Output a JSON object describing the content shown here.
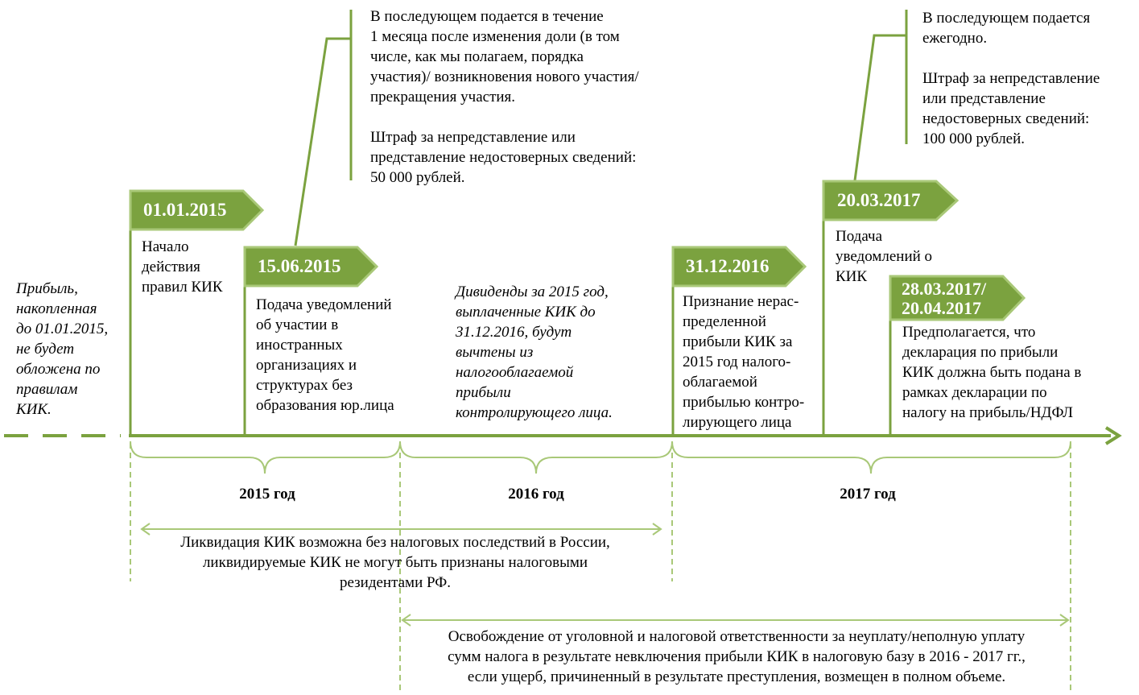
{
  "colors": {
    "accent": "#7ba23f",
    "accent_light": "#a9c878",
    "text": "#000000"
  },
  "pre_note": "Прибыль,\nнакопленная\nдо 01.01.2015,\nне будет\nобложена по\nправилам\nКИК.",
  "milestones": [
    {
      "date": "01.01.2015",
      "text": "Начало\nдействия\nправил КИК"
    },
    {
      "date": "15.06.2015",
      "text": "Подача уведомлений\nоб участии в\nиностранных\nорганизациях и\nструктурах без\nобразования юр.лица"
    },
    {
      "date": "31.12.2016",
      "text": "Признание нерас-\nпределенной\nприбыли КИК за\n2015 год налого-\nоблагаемой\nприбылью контро-\nлирующего лица"
    },
    {
      "date": "20.03.2017",
      "text": "Подача\nуведомлений о\nКИК"
    },
    {
      "date": "28.03.2017/\n20.04.2017",
      "text": "Предполагается, что\nдекларация по прибыли\nКИК должна быть подана в\nрамках декларации по\nналогу на прибыль/НДФЛ"
    }
  ],
  "dividends_note": "Дивиденды за 2015 год,\nвыплаченные КИК до\n31.12.2016, будут\nвычтены из\nналогооблагаемой\nприбыли\nконтролирующего лица.",
  "callouts": {
    "notification_2015": "В последующем подается в течение\n1 месяца после изменения доли (в том\nчисле, как мы полагаем, порядка\nучастия)/ возникновения нового участия/\nпрекращения участия.\n\nШтраф за непредставление или\nпредставление недостоверных сведений:\n50 000 рублей.",
    "notification_2017": "В последующем подается\nежегодно.\n\nШтраф за непредставление\nили представление\nнедостоверных сведений:\n100 000 рублей."
  },
  "years": [
    "2015 год",
    "2016 год",
    "2017 год"
  ],
  "ranges": {
    "liquidation": "Ликвидация КИК возможна без налоговых последствий в России,\nликвидируемые КИК не могут быть признаны налоговыми\nрезидентами РФ.",
    "exemption": "Освобождение от уголовной и налоговой ответственности за неуплату/неполную уплату\nсумм налога в результате невключения прибыли КИК в налоговую базу в 2016 - 2017 гг.,\nесли ущерб, причиненный в результате преступления, возмещен в полном объеме."
  }
}
